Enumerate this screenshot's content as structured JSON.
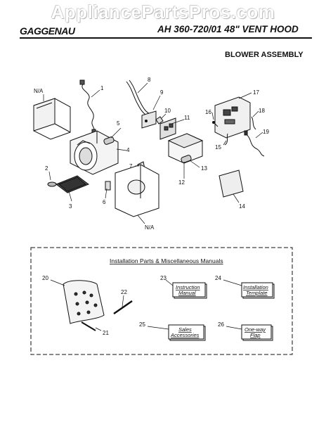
{
  "watermark": "AppliancePartsPros.com",
  "header": {
    "brand": "GAGGENAU",
    "model": "AH 360-720/01 48\" VENT HOOD"
  },
  "section_title": "BLOWER ASSEMBLY",
  "callouts": {
    "na_top": "N/A",
    "na_bottom": "N/A",
    "p1": "1",
    "p2": "2",
    "p3": "3",
    "p4": "4",
    "p5": "5",
    "p6": "6",
    "p7": "7",
    "p8": "8",
    "p9": "9",
    "p10": "10",
    "p11": "11",
    "p12": "12",
    "p13": "13",
    "p14": "14",
    "p15": "15",
    "p16": "16",
    "p17": "17",
    "p18": "18",
    "p19": "19",
    "p20": "20",
    "p21": "21",
    "p22": "22",
    "p23": "23",
    "p24": "24",
    "p25": "25",
    "p26": "26"
  },
  "install_box": {
    "title": "Installation Parts & Miscellaneous Manuals",
    "manuals": {
      "instruction_l1": "Instruction",
      "instruction_l2": "Manual",
      "installation_l1": "Installation",
      "installation_l2": "Template",
      "sales_l1": "Sales",
      "sales_l2": "Accessories",
      "oneway_l1": "One-way",
      "oneway_l2": "Flap"
    }
  }
}
